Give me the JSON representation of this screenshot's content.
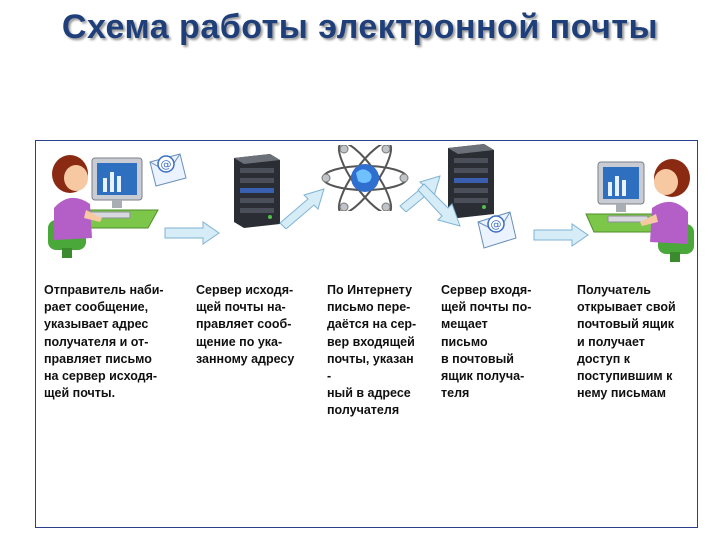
{
  "title": "Схема работы электронной почты",
  "steps": [
    {
      "text": "Отправитель наби-\nрает сообщение,\nуказывает адрес\nполучателя и от-\nправляет письмо\nна сервер исходя-\nщей почты."
    },
    {
      "text": "Сервер исходя-\nщей почты на-\nправляет сооб-\nщение по ука-\nзанному адресу"
    },
    {
      "text": "По Интернету\nписьмо пере-\nдаётся на сер-\nвер входящей\nпочты, указан\n-\nный в адресе\nполучателя"
    },
    {
      "text": "Сервер входя-\nщей почты по-\nмещает\nписьмо\nв почтовый\nящик получа-\nтеля"
    },
    {
      "text": "Получатель\nоткрывает свой\nпочтовый ящик\nи получает\nдоступ к\nпоступившим к\nнему письмам"
    }
  ],
  "icons": [
    "sender-person-icon",
    "email-envelope-icon",
    "server-icon",
    "internet-globe-icon",
    "server-icon",
    "email-envelope-icon",
    "recipient-person-icon"
  ],
  "colors": {
    "title": "#1f3f7a",
    "frame": "#2b3f8a",
    "arrow": "#d6ecf7",
    "arrow_stroke": "#7fb3d5"
  }
}
